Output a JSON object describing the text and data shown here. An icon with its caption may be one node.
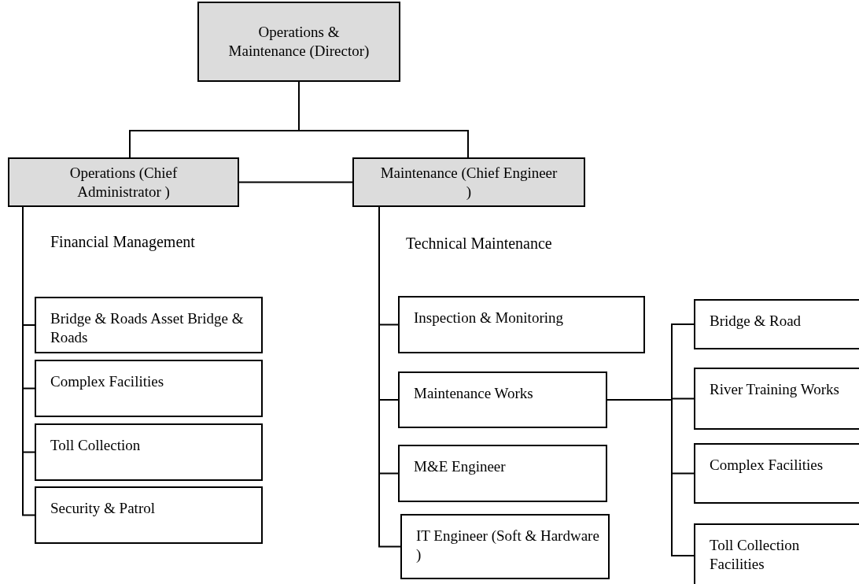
{
  "diagram": {
    "nodes": [
      {
        "text": [
          "Operations & Maintenance (Director)"
        ]
      },
      {
        "text": [
          "Operations (Chief Administrator )"
        ]
      },
      {
        "text": [
          "Maintenance (Chief Engineer )"
        ]
      },
      {
        "text": [
          "Bridge & Roads Asset Bridge & Roads"
        ]
      },
      {
        "text": [
          "Complex Facilities"
        ]
      },
      {
        "text": [
          "Toll Collection"
        ]
      },
      {
        "text": [
          "Security & Patrol"
        ]
      },
      {
        "text": [
          "Inspection & Monitoring"
        ]
      },
      {
        "text": [
          "Maintenance Works"
        ]
      },
      {
        "text": [
          "M&E Engineer"
        ]
      },
      {
        "text": [
          "IT Engineer (Soft & Hardware )"
        ]
      },
      {
        "text": [
          "Bridge & Road"
        ]
      },
      {
        "text": [
          "River Training Works"
        ]
      },
      {
        "text": [
          "Complex Facilities"
        ]
      },
      {
        "text": [
          "Toll Collection Facilities"
        ]
      }
    ],
    "edges": [
      {
        "from": 0,
        "to": 1,
        "arrow": "none"
      },
      {
        "from": 0,
        "to": 2,
        "arrow": "none"
      },
      {
        "from": 1,
        "to": 2,
        "arrow": "none"
      },
      {
        "from": 1,
        "to": 3,
        "arrow": "none"
      },
      {
        "from": 1,
        "to": 4,
        "arrow": "none"
      },
      {
        "from": 1,
        "to": 5,
        "arrow": "none"
      },
      {
        "from": 1,
        "to": 6,
        "arrow": "none"
      },
      {
        "from": 2,
        "to": 7,
        "arrow": "none"
      },
      {
        "from": 2,
        "to": 8,
        "arrow": "none"
      },
      {
        "from": 2,
        "to": 9,
        "arrow": "none"
      },
      {
        "from": 2,
        "to": 10,
        "arrow": "none"
      },
      {
        "from": 8,
        "to": 11,
        "arrow": "none"
      },
      {
        "from": 8,
        "to": 12,
        "arrow": "none"
      },
      {
        "from": 8,
        "to": 13,
        "arrow": "none"
      },
      {
        "from": 8,
        "to": 14,
        "arrow": "none"
      }
    ],
    "labels": [
      "Financial Management",
      "Technical Maintenance"
    ]
  }
}
